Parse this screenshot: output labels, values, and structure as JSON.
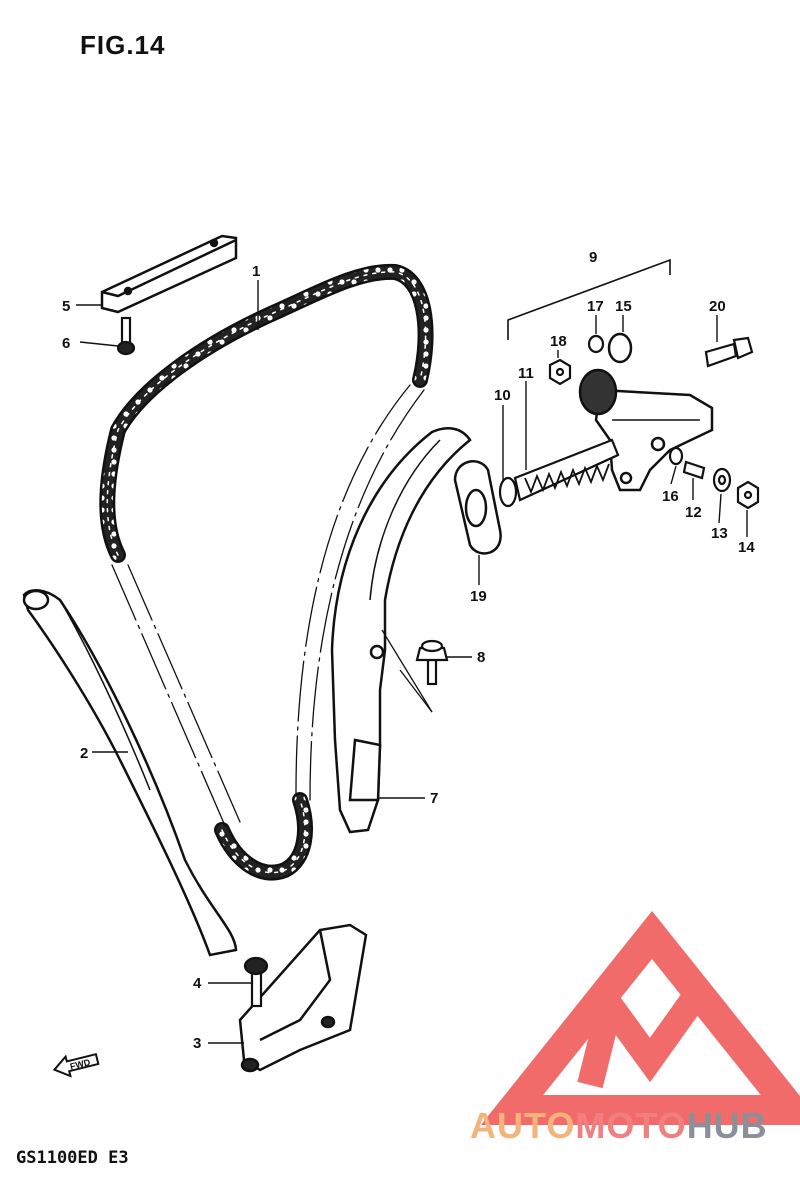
{
  "figure": {
    "title": "FIG.14",
    "model_code": "GS1100ED E3"
  },
  "direction_mark": "FWD",
  "part_labels": [
    "1",
    "2",
    "3",
    "4",
    "5",
    "6",
    "7",
    "8",
    "9",
    "10",
    "11",
    "12",
    "13",
    "14",
    "15",
    "16",
    "17",
    "18",
    "19",
    "20"
  ],
  "watermark": {
    "part1": "AUTO",
    "part2": "MOTO",
    "part3": "HUB",
    "colors": {
      "auto": "#f5b27a",
      "moto": "#f08080",
      "hub": "#8a8f99",
      "logo": "#f26b6b"
    }
  }
}
